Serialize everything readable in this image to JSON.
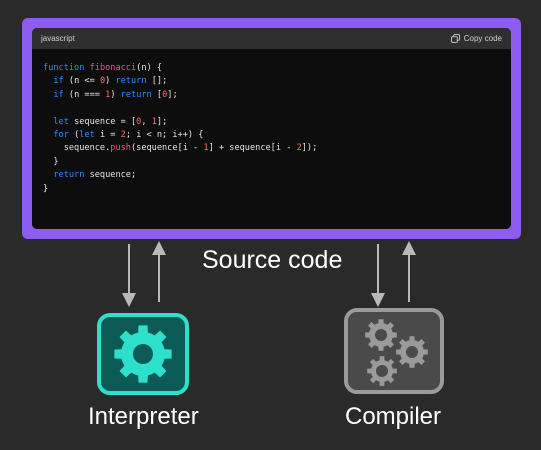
{
  "code_panel": {
    "language": "javascript",
    "copy_label": "Copy code",
    "lines": [
      [
        {
          "t": "kw",
          "v": "function"
        },
        {
          "t": "pl",
          "v": " "
        },
        {
          "t": "fn",
          "v": "fibonacci"
        },
        {
          "t": "pl",
          "v": "(n) {"
        }
      ],
      [
        {
          "t": "pl",
          "v": "  "
        },
        {
          "t": "kw",
          "v": "if"
        },
        {
          "t": "pl",
          "v": " (n <= "
        },
        {
          "t": "num",
          "v": "0"
        },
        {
          "t": "pl",
          "v": ") "
        },
        {
          "t": "kw",
          "v": "return"
        },
        {
          "t": "pl",
          "v": " [];"
        }
      ],
      [
        {
          "t": "pl",
          "v": "  "
        },
        {
          "t": "kw",
          "v": "if"
        },
        {
          "t": "pl",
          "v": " (n === "
        },
        {
          "t": "num",
          "v": "1"
        },
        {
          "t": "pl",
          "v": ") "
        },
        {
          "t": "kw",
          "v": "return"
        },
        {
          "t": "pl",
          "v": " ["
        },
        {
          "t": "num",
          "v": "0"
        },
        {
          "t": "pl",
          "v": "];"
        }
      ],
      [],
      [
        {
          "t": "pl",
          "v": "  "
        },
        {
          "t": "kw",
          "v": "let"
        },
        {
          "t": "pl",
          "v": " sequence = ["
        },
        {
          "t": "num",
          "v": "0"
        },
        {
          "t": "pl",
          "v": ", "
        },
        {
          "t": "num",
          "v": "1"
        },
        {
          "t": "pl",
          "v": "];"
        }
      ],
      [
        {
          "t": "pl",
          "v": "  "
        },
        {
          "t": "kw",
          "v": "for"
        },
        {
          "t": "pl",
          "v": " ("
        },
        {
          "t": "kw",
          "v": "let"
        },
        {
          "t": "pl",
          "v": " i = "
        },
        {
          "t": "num",
          "v": "2"
        },
        {
          "t": "pl",
          "v": "; i < n; i++) {"
        }
      ],
      [
        {
          "t": "pl",
          "v": "    sequence."
        },
        {
          "t": "fn",
          "v": "push"
        },
        {
          "t": "pl",
          "v": "(sequence[i - "
        },
        {
          "t": "num",
          "v": "1"
        },
        {
          "t": "pl",
          "v": "] + sequence[i - "
        },
        {
          "t": "num",
          "v": "2"
        },
        {
          "t": "pl",
          "v": "]);"
        }
      ],
      [
        {
          "t": "pl",
          "v": "  }"
        }
      ],
      [
        {
          "t": "pl",
          "v": "  "
        },
        {
          "t": "kw",
          "v": "return"
        },
        {
          "t": "pl",
          "v": " sequence;"
        }
      ],
      [
        {
          "t": "pl",
          "v": "}"
        }
      ]
    ]
  },
  "diagram": {
    "source_label": "Source code",
    "interpreter_label": "Interpreter",
    "compiler_label": "Compiler",
    "icons": {
      "interpreter": "gear-icon",
      "compiler": "gears-icon"
    }
  },
  "colors": {
    "frame": "#8e5cf0",
    "interpreter": "#2de0cc",
    "compiler": "#9a9a9a",
    "keyword": "#2f8cff",
    "function": "#ff4a8c",
    "number": "#ff6b6b"
  }
}
